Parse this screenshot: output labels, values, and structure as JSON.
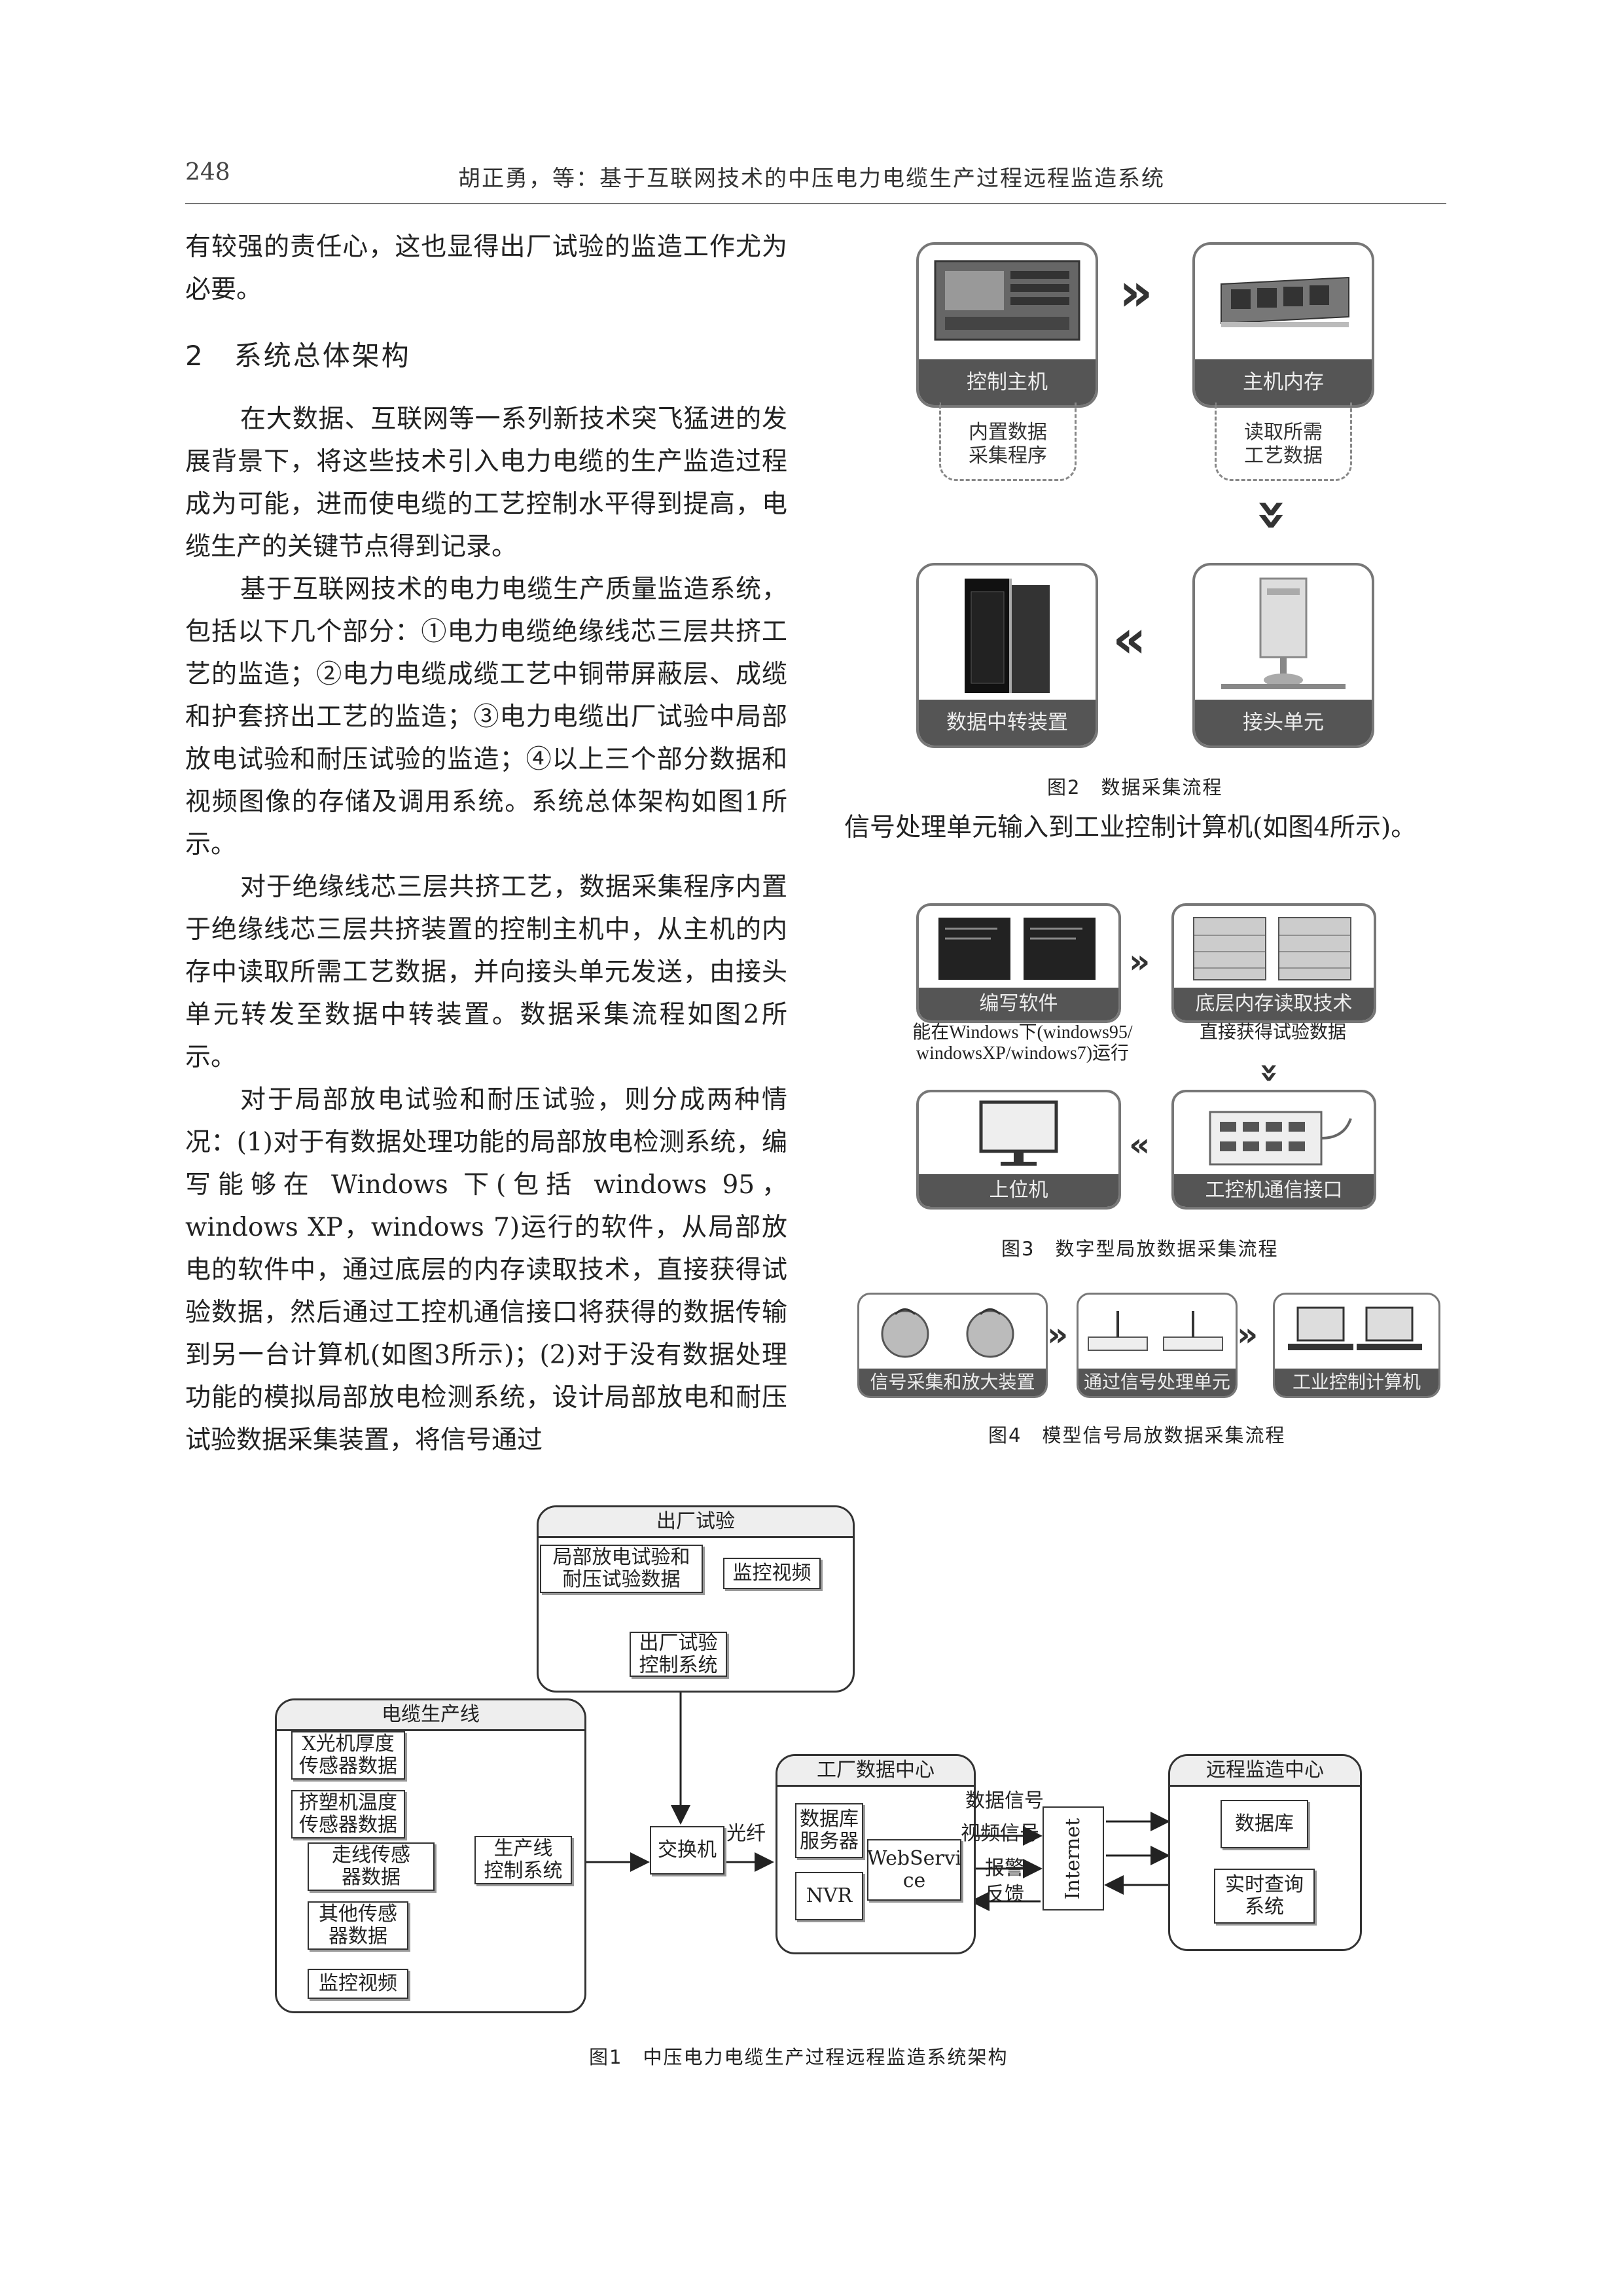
{
  "header": {
    "page_number": "248",
    "running_title": "胡正勇，等：基于互联网技术的中压电力电缆生产过程远程监造系统"
  },
  "left_column": {
    "p0": "有较强的责任心，这也显得出厂试验的监造工作尤为必要。",
    "section_heading": "2　系统总体架构",
    "p1": "在大数据、互联网等一系列新技术突飞猛进的发展背景下，将这些技术引入电力电缆的生产监造过程成为可能，进而使电缆的工艺控制水平得到提高，电缆生产的关键节点得到记录。",
    "p2": "基于互联网技术的电力电缆生产质量监造系统，包括以下几个部分：①电力电缆绝缘线芯三层共挤工艺的监造；②电力电缆成缆工艺中铜带屏蔽层、成缆和护套挤出工艺的监造；③电力电缆出厂试验中局部放电试验和耐压试验的监造；④以上三个部分数据和视频图像的存储及调用系统。系统总体架构如图1所示。",
    "p3": "对于绝缘线芯三层共挤工艺，数据采集程序内置于绝缘线芯三层共挤装置的控制主机中，从主机的内存中读取所需工艺数据，并向接头单元发送，由接头单元转发至数据中转装置。数据采集流程如图2所示。",
    "p4": "对于局部放电试验和耐压试验，则分成两种情况：(1)对于有数据处理功能的局部放电检测系统，编写能够在 Windows 下(包括 windows 95，windows XP，windows 7)运行的软件，从局部放电的软件中，通过底层的内存读取技术，直接获得试验数据，然后通过工控机通信接口将获得的数据传输到另一台计算机(如图3所示)；(2)对于没有数据处理功能的模拟局部放电检测系统，设计局部放电和耐压试验数据采集装置，将信号通过"
  },
  "right_column": {
    "p5": "信号处理单元输入到工业控制计算机(如图4所示)。"
  },
  "fig2": {
    "caption": "图2　数据采集流程",
    "control_host": "控制主机",
    "host_memory": "主机内存",
    "builtin_note": "内置数据\n采集程序",
    "read_note": "读取所需\n工艺数据",
    "relay_device": "数据中转装置",
    "joint_unit": "接头单元",
    "arrow_right": "»",
    "arrow_down": "»",
    "arrow_left": "«"
  },
  "fig3": {
    "caption": "图3　数字型局放数据采集流程",
    "write_software": "编写软件",
    "memory_read": "底层内存读取技术",
    "note_left": "能在Windows下(windows95/\nwindowsXP/windows7)运行",
    "note_right": "直接获得试验数据",
    "host_pc": "上位机",
    "ipc_interface": "工控机通信接口"
  },
  "fig4": {
    "caption": "图4　模型信号局放数据采集流程",
    "step1": "信号采集和放大装置",
    "step2": "通过信号处理单元",
    "step3": "工业控制计算机"
  },
  "fig1": {
    "caption": "图1　中压电力电缆生产过程远程监造系统架构",
    "factory_test": {
      "title": "出厂试验",
      "pd_data": "局部放电试验和\n耐压试验数据",
      "monitor_video": "监控视频",
      "control_system": "出厂试验\n控制系统"
    },
    "cable_line": {
      "title": "电缆生产线",
      "xray": "X光机厚度\n传感器数据",
      "extruder": "挤塑机温度\n传感器数据",
      "wire": "走线传感\n器数据",
      "other": "其他传感\n器数据",
      "video": "监控视频",
      "control": "生产线\n控制系统"
    },
    "switch": "交换机",
    "fiber": "光纤",
    "factory_center": {
      "title": "工厂数据中心",
      "db_server": "数据库\n服务器",
      "webservice": "WebServi\nce",
      "nvr": "NVR"
    },
    "data_signal": "数据信号",
    "video_signal": "视频信号",
    "alarm": "报警",
    "feedback": "反馈",
    "internet": "Internet",
    "remote_center": {
      "title": "远程监造中心",
      "database": "数据库",
      "query": "实时查询\n系统"
    }
  }
}
